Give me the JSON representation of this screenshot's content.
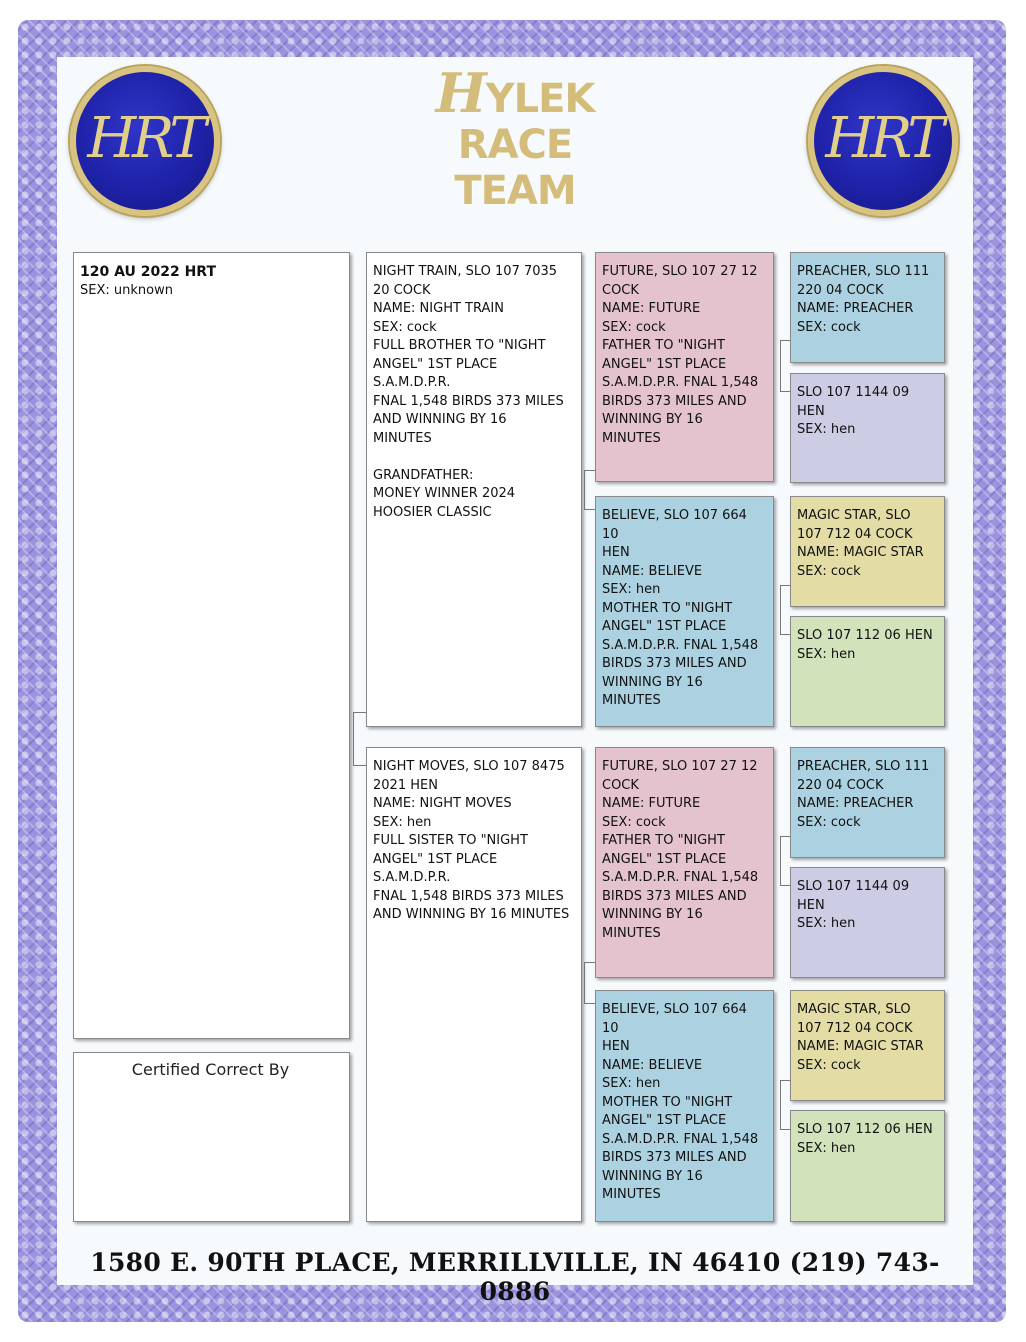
{
  "header": {
    "title_initial": "H",
    "title_line1_rest": "YLEK RACE",
    "title_line2": "TEAM",
    "logo_left": "HRT",
    "logo_right": "HRT",
    "colors": {
      "gold": "#d4bd7a",
      "logo_blue": "#1e22a8",
      "border_purple": "#9a93dd"
    }
  },
  "subject": {
    "band": "120 AU 2022 HRT",
    "sex": "SEX: unknown"
  },
  "certified": "Certified Correct By",
  "sire": {
    "lines": [
      "NIGHT TRAIN,  SLO 107 7035",
      "20 COCK",
      "NAME: NIGHT TRAIN",
      "SEX: cock",
      "FULL BROTHER TO \"NIGHT",
      "ANGEL\" 1ST PLACE S.A.M.D.P.R.",
      "FNAL 1,548 BIRDS 373 MILES",
      "AND WINNING BY 16",
      "MINUTES",
      "",
      "GRANDFATHER:",
      "MONEY WINNER 2024",
      "HOOSIER CLASSIC"
    ]
  },
  "dam": {
    "lines": [
      "NIGHT MOVES,  SLO 107 8475",
      "2021 HEN",
      "NAME: NIGHT MOVES",
      "SEX: hen",
      "FULL SISTER TO \"NIGHT",
      "ANGEL\" 1ST PLACE S.A.M.D.P.R.",
      "FNAL 1,548 BIRDS 373 MILES",
      "AND WINNING BY 16 MINUTES"
    ]
  },
  "future": {
    "lines": [
      "FUTURE,  SLO 107 27 12",
      "COCK",
      "NAME: FUTURE",
      "SEX: cock",
      "FATHER TO \"NIGHT",
      "ANGEL\" 1ST PLACE",
      "S.A.M.D.P.R. FNAL 1,548",
      "BIRDS 373 MILES AND",
      "WINNING BY 16",
      "MINUTES"
    ]
  },
  "believe": {
    "lines": [
      "BELIEVE,  SLO 107 664 10",
      "HEN",
      "NAME: BELIEVE",
      "SEX: hen",
      "MOTHER TO \"NIGHT",
      "ANGEL\" 1ST PLACE",
      "S.A.M.D.P.R. FNAL 1,548",
      "BIRDS 373 MILES AND",
      "WINNING BY 16",
      "MINUTES"
    ]
  },
  "preacher": {
    "lines": [
      "PREACHER,  SLO 111",
      "220 04 COCK",
      "NAME: PREACHER",
      "SEX: cock"
    ]
  },
  "hen1144": {
    "lines": [
      "SLO 107 1144 09 HEN",
      "SEX: hen"
    ]
  },
  "magic_star": {
    "lines": [
      "MAGIC STAR,  SLO",
      "107 712 04 COCK",
      "NAME: MAGIC STAR",
      "SEX: cock"
    ]
  },
  "hen112": {
    "lines": [
      "SLO 107 112 06 HEN",
      "SEX: hen"
    ]
  },
  "footer": {
    "address": "1580 E. 90TH PLACE, MERRILLVILLE, IN 46410  (219) 743-0886"
  }
}
